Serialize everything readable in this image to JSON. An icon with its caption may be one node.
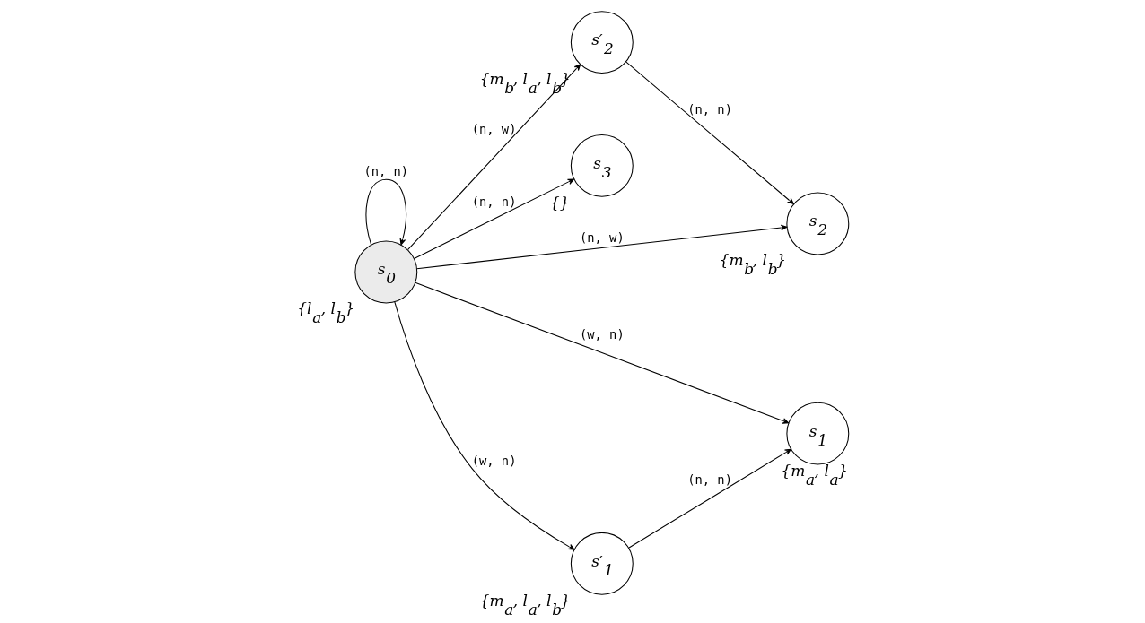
{
  "diagram": {
    "nodes": [
      {
        "text": [
          "s′$_{2}$"
        ],
        "beside": [
          "{m$_{b}$, l$_{a}$, l$_{b}$}"
        ]
      },
      {
        "text": [
          "s$_{3}$"
        ],
        "beside": [
          "{}"
        ]
      },
      {
        "text": [
          "s$_{2}$"
        ],
        "beside": [
          "{m$_{b}$, l$_{b}$}"
        ]
      },
      {
        "text": [
          "s$_{0}$"
        ],
        "beside": [
          "{l$_{a}$, l$_{b}$}"
        ]
      },
      {
        "text": [
          "s$_{1}$"
        ],
        "beside": [
          "{m$_{a}$, l$_{a}$}"
        ]
      },
      {
        "text": [
          "s′$_{1}$"
        ],
        "beside": [
          "{m$_{a}$, l$_{a}$, l$_{b}$}"
        ]
      }
    ],
    "edges": [
      {
        "from": 3,
        "to": 3,
        "arrow": "to",
        "label": "(n, n)"
      },
      {
        "from": 3,
        "to": 1,
        "arrow": "to",
        "label": "(n, n)"
      },
      {
        "from": 3,
        "to": 0,
        "arrow": "to",
        "label": "(n, w)"
      },
      {
        "from": 3,
        "to": 2,
        "arrow": "to",
        "label": "(n, w)"
      },
      {
        "from": 0,
        "to": 2,
        "arrow": "to",
        "label": "(n, n)"
      },
      {
        "from": 3,
        "to": 4,
        "arrow": "to",
        "label": "(w, n)"
      },
      {
        "from": 3,
        "to": 5,
        "arrow": "to",
        "label": "(w, n)"
      },
      {
        "from": 5,
        "to": 4,
        "arrow": "to",
        "label": "(n, n)"
      }
    ]
  }
}
